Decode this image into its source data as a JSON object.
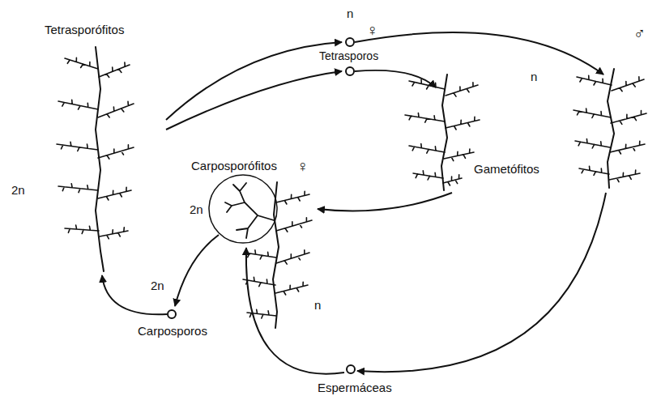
{
  "diagram": {
    "nodes": [
      {
        "text": [
          "Tetrasporófitos",
          "2n"
        ]
      },
      {
        "text": [
          "n",
          "Tetrasporos"
        ]
      },
      {
        "text": [
          "♀"
        ]
      },
      {
        "text": [
          "♂",
          "n"
        ]
      },
      {
        "text": [
          "♀",
          "n"
        ]
      },
      {
        "text": [
          "Carposporófitos",
          "2n"
        ],
        "in": 4
      },
      {
        "text": [
          "2n",
          "Carposporos"
        ]
      },
      {
        "text": [
          "Espermáceas"
        ]
      }
    ],
    "edges": [
      {
        "from": 0,
        "to": 1,
        "arrow": "to"
      },
      {
        "from": 0,
        "to": 1,
        "arrow": "to"
      },
      {
        "from": 1,
        "to": 2,
        "arrow": "to"
      },
      {
        "from": 1,
        "to": 3,
        "arrow": "to"
      },
      {
        "from": 2,
        "to": 4,
        "arrow": "to"
      },
      {
        "from": 3,
        "to": 7,
        "arrow": "to"
      },
      {
        "from": 7,
        "to": 4,
        "arrow": "to"
      },
      {
        "from": 5,
        "to": 6,
        "arrow": "to"
      },
      {
        "from": 6,
        "to": 0,
        "arrow": "to"
      }
    ],
    "labels": [
      "Gametófitos"
    ]
  }
}
